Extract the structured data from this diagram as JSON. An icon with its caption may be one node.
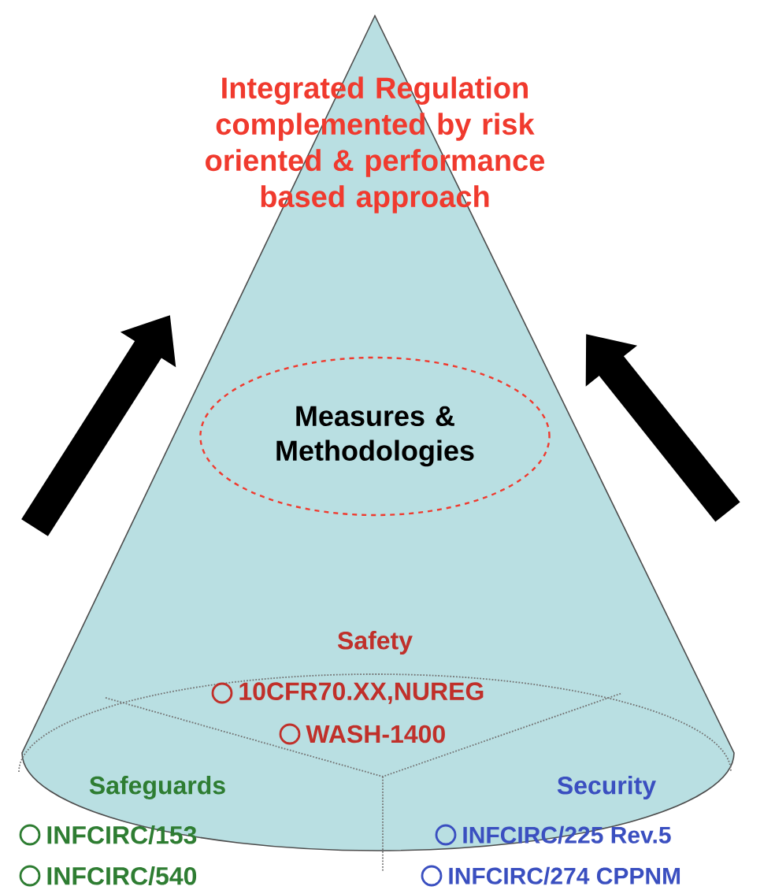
{
  "diagram": {
    "nodes": [
      {
        "text": [
          "Integrated Regulation complemented by risk oriented & performance based approach"
        ]
      },
      {
        "text": [
          "Measures & Methodologies"
        ],
        "in": 0
      }
    ],
    "labels": [
      "Safety",
      "10CFR70.XX,NUREG",
      "WASH-1400",
      "Safeguards",
      "INFCIRC/153",
      "INFCIRC/540",
      "Security",
      "INFCIRC/225 Rev.5",
      "INFCIRC/274 CPPNM"
    ]
  }
}
